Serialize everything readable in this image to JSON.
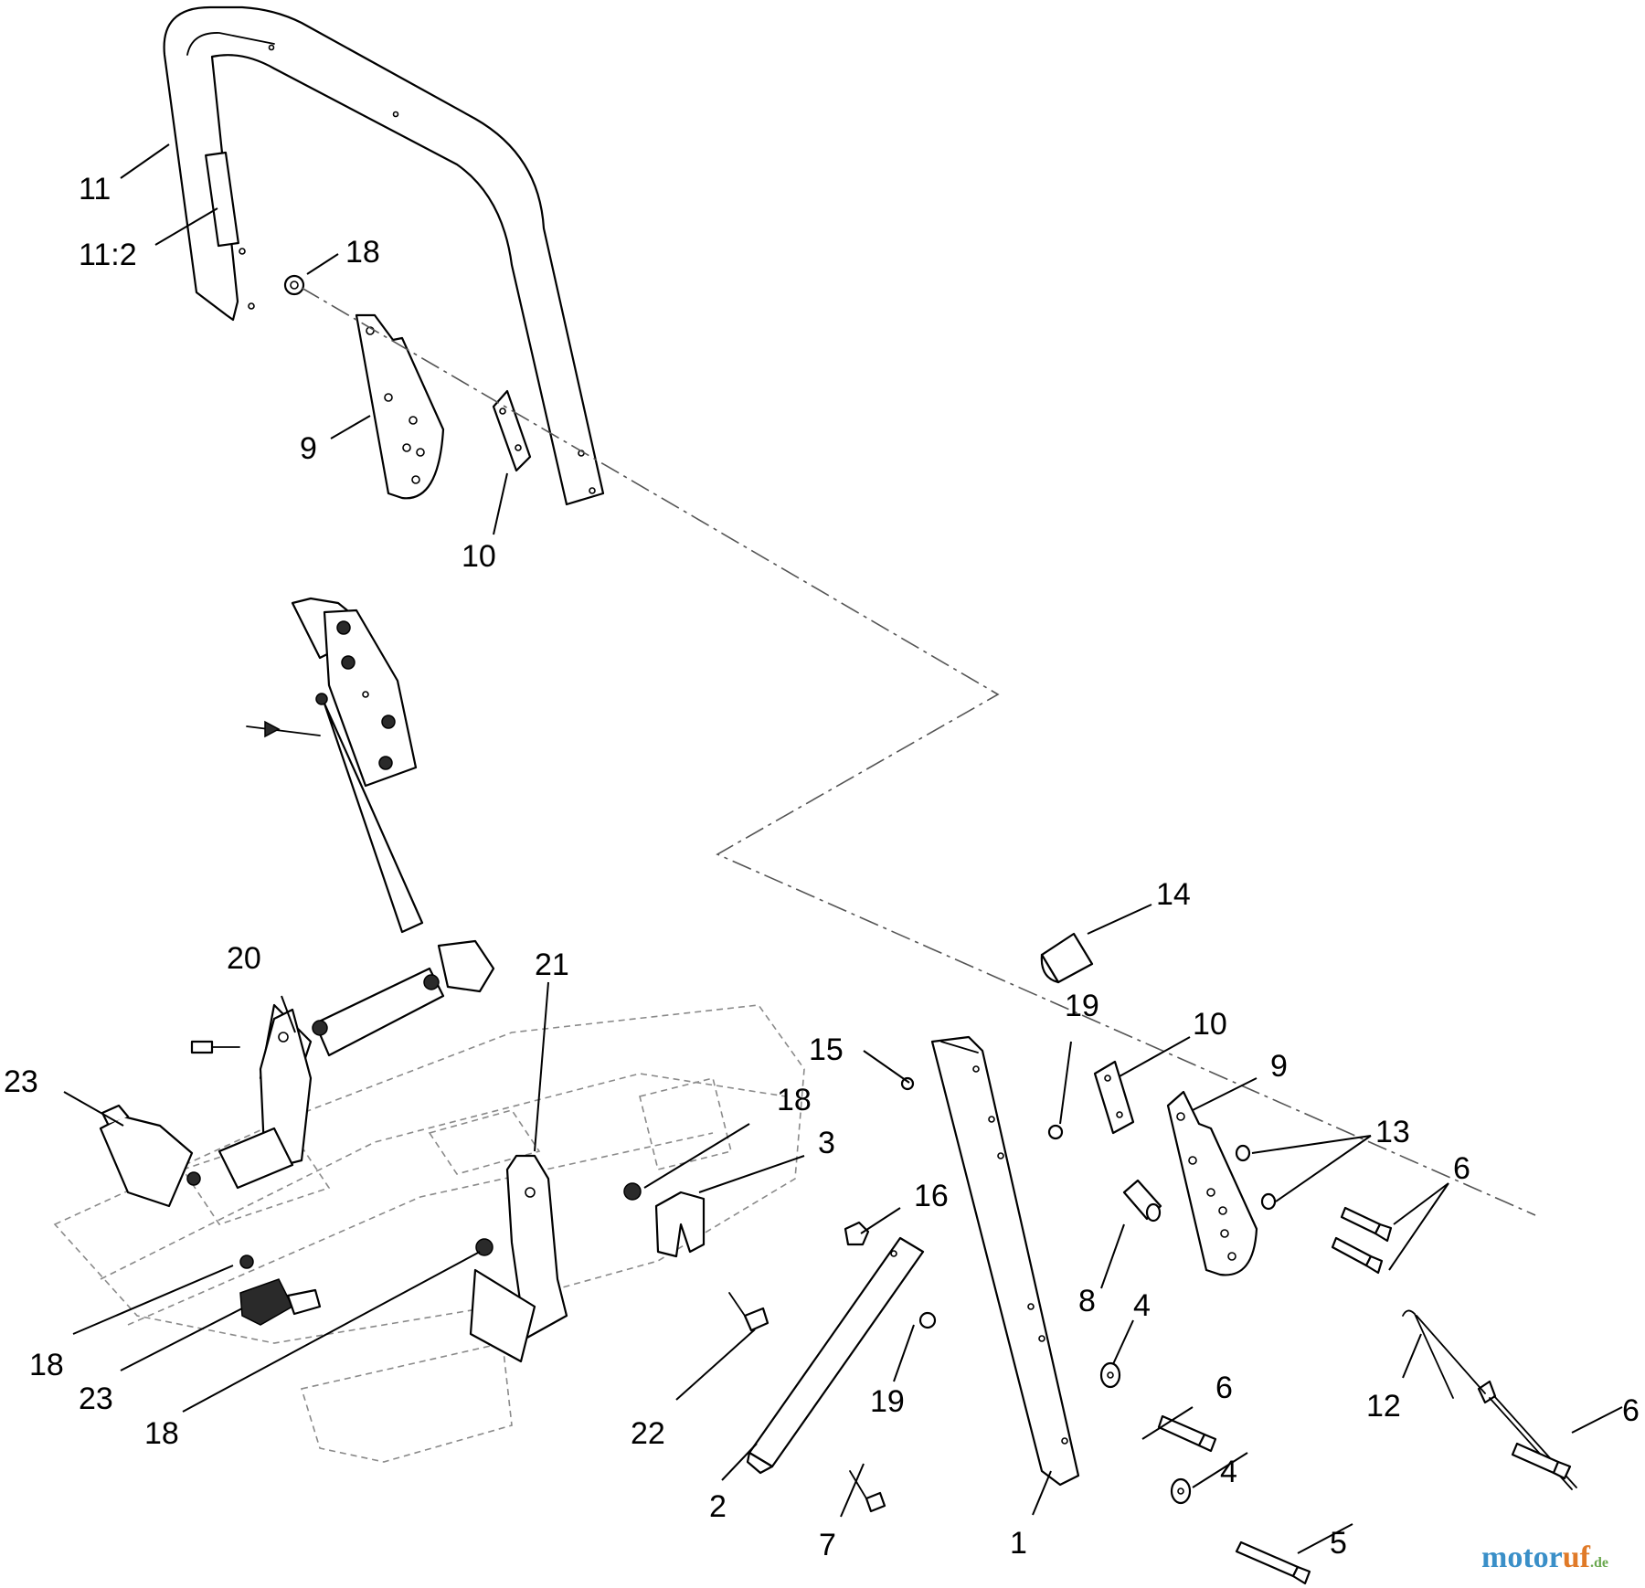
{
  "callouts": {
    "c11": "11",
    "c11_2": "11:2",
    "c18_top": "18",
    "c9_top": "9",
    "c10_top": "10",
    "c14": "14",
    "c19_right": "19",
    "c10_right": "10",
    "c9_right": "9",
    "c15": "15",
    "c13": "13",
    "c6_top": "6",
    "c20": "20",
    "c21": "21",
    "c23_left": "23",
    "c18_mid": "18",
    "c3": "3",
    "c16": "16",
    "c8": "8",
    "c4_top": "4",
    "c6_mid": "6",
    "c18_low_left": "18",
    "c23_low": "23",
    "c18_low": "18",
    "c22": "22",
    "c19_low": "19",
    "c2": "2",
    "c12": "12",
    "c6_right": "6",
    "c4_low": "4",
    "c7": "7",
    "c1": "1",
    "c5": "5"
  },
  "brand": {
    "main": "motor",
    "accent": "uf",
    "suffix": ".de",
    "colors": {
      "main": "#3a8fc8",
      "accent": "#e07a28",
      "suffix": "#6aa84f"
    }
  }
}
